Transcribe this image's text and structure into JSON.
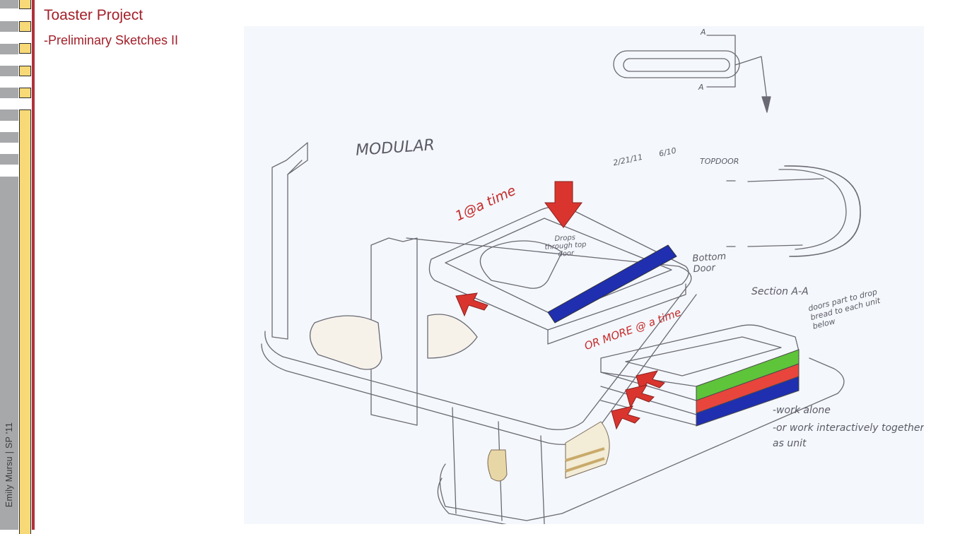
{
  "header": {
    "title": "Toaster Project",
    "subtitle": "-Preliminary Sketches II"
  },
  "sidebar": {
    "author_credit": "Emily Mursu  |  SP '11"
  },
  "colors": {
    "brand_red": "#a3202a",
    "rail_red": "#b0303a",
    "rail_yellow": "#f8d977",
    "rail_gray": "#a7a8aa",
    "paper": "#f4f7fb",
    "marker_red": "#d9352e",
    "marker_blue": "#1f2fb0",
    "marker_green": "#5ec43a"
  },
  "sketch": {
    "annotations": {
      "modular": "MODULAR",
      "signature_date": "2/21/11",
      "signature_num": "6/10",
      "one_at_a_time": "1@a time",
      "drops_through": "Drops through top door",
      "or_more": "OR MORE @ a time",
      "top_door": "TOPDOOR",
      "bottom_door": "Bottom Door",
      "section": "Section A-A",
      "doors_part": "doors part to drop bread to each unit below",
      "work_alone": "-work alone",
      "work_together": "-or work interactively together as unit",
      "section_marker_top": "A",
      "section_marker_bottom": "A"
    }
  }
}
